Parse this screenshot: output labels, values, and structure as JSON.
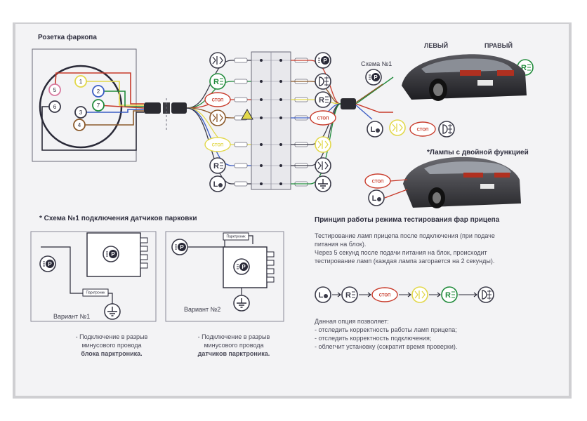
{
  "header": {
    "title": "Розетка фаркопа"
  },
  "socket": {
    "pins": [
      "5",
      "6",
      "1",
      "2",
      "7",
      "3",
      "4"
    ]
  },
  "cars": {
    "left_label": "ЛЕВЫЙ",
    "right_label": "ПРАВЫЙ"
  },
  "connection_label": "Схема №1",
  "lamp_symbols": {
    "stop": "СТОП",
    "reverse": "R",
    "left": "L",
    "parking": "P"
  },
  "dual_note": "*Лампы с двойной функцией",
  "parking_scheme": {
    "title": "* Схема №1 подключения датчиков парковки",
    "variant1_label": "Вариант №1",
    "variant2_label": "Вариант №2",
    "variant1_desc": [
      "- Подключение в разрыв",
      "минусового провода",
      "блока парктроника."
    ],
    "variant2_desc": [
      "- Подключение в разрыв",
      "минусового провода",
      "датчиков парктроника."
    ],
    "box_label": "Парктроник"
  },
  "testing": {
    "title": "Принцип работы режима тестирования фар прицепа",
    "lines": [
      "Тестирование ламп прицепа после подключения (при подаче",
      "питания на блок).",
      "Через 5 секунд после подачи питания на блок, происходит",
      "тестирование ламп (каждая лампа загорается на 2 секунды)."
    ],
    "benefits_title": "Данная опция позволяет:",
    "benefits": [
      "- отследить корректность работы ламп прицепа;",
      "- отследить корректность подключения;",
      "- облегчит установку (сократит время проверки)."
    ]
  },
  "colors": {
    "paper": "#f3f3f5",
    "line": "#3a3a48",
    "brown": "#8b5a2b",
    "yellow": "#e2d84a",
    "green": "#1f8a3a",
    "red": "#c83a2a",
    "blue": "#3b5cc4",
    "pink": "#d87aa0"
  }
}
